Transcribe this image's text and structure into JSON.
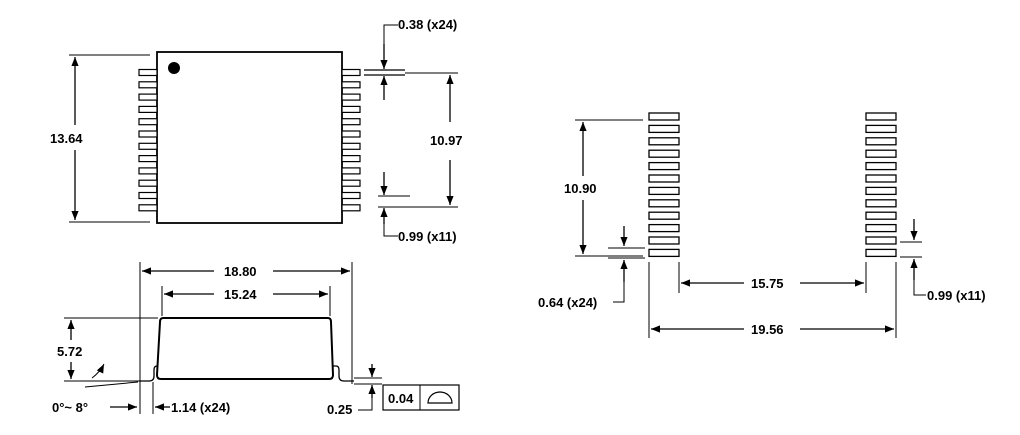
{
  "top_view": {
    "width_label": "13.64",
    "lead_width_label": "0.38 (x24)",
    "span_label": "10.97",
    "pitch_label": "0.99 (x11)"
  },
  "side_view": {
    "overall_length_label": "18.80",
    "body_length_label": "15.24",
    "height_label": "5.72",
    "angle_label": "0°~ 8°",
    "foot_length_label": "1.14 (x24)",
    "lead_thickness_label": "0.25",
    "coplanarity_label": "0.04"
  },
  "footprint": {
    "row_span_label": "10.90",
    "pad_width_label": "0.64 (x24)",
    "inner_gap_label": "15.75",
    "pitch_label": "0.99 (x11)",
    "outer_span_label": "19.56"
  }
}
